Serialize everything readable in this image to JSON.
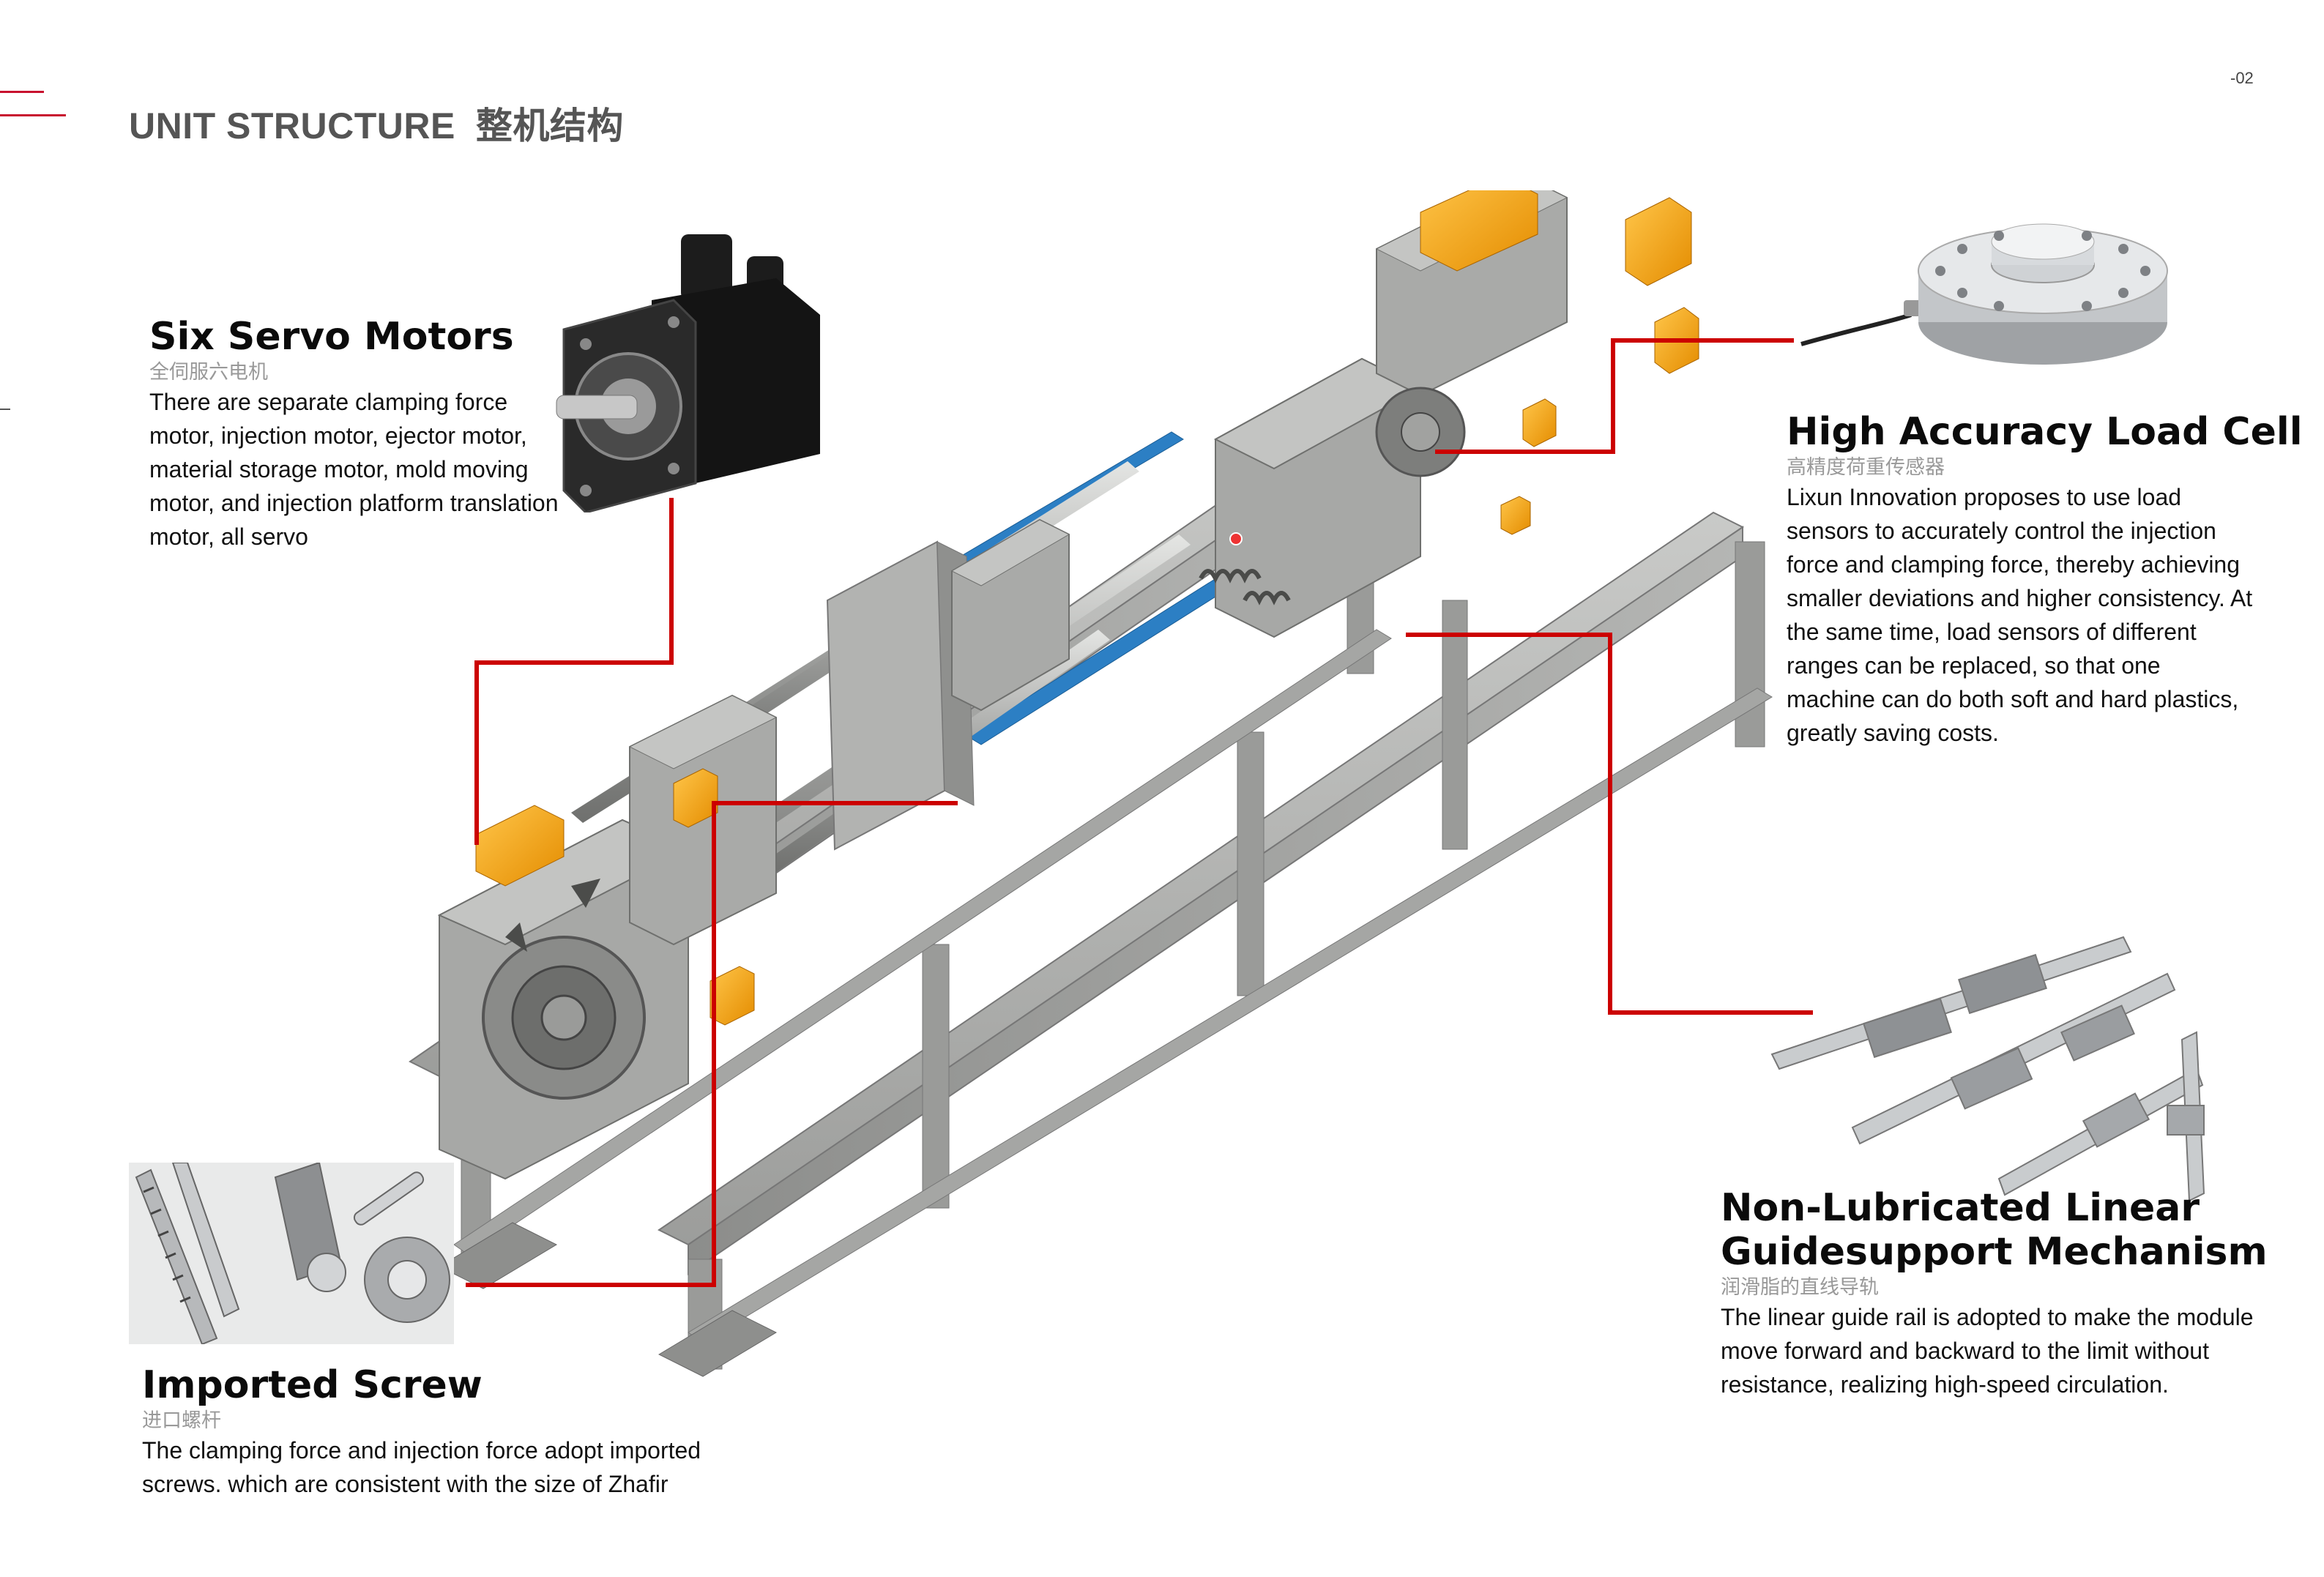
{
  "header": {
    "title": "UNIT STRUCTURE",
    "title_zh": "整机结构",
    "page_number": "-02"
  },
  "features": {
    "servo": {
      "title": "Six Servo Motors",
      "subtitle": "全伺服六电机",
      "description": "There are separate clamping force motor, injection motor, ejector motor, material storage motor, mold moving motor, and injection platform translation motor, all servo"
    },
    "load_cell": {
      "title": "High Accuracy Load Cell",
      "subtitle": "高精度荷重传感器",
      "description": "Lixun Innovation proposes to use load sensors to accurately control the injection force and clamping force, thereby achieving smaller deviations and higher consistency. At the same time, load sensors of different ranges can be replaced, so that one machine can do both soft and hard plastics, greatly saving costs."
    },
    "linear_guide": {
      "title": "Non-Lubricated Linear Guidesupport Mechanism",
      "subtitle": "润滑脂的直线导轨",
      "description": "The linear guide rail is adopted to make the module move forward and backward to the limit without resistance, realizing high-speed circulation."
    },
    "screw": {
      "title": "Imported Screw",
      "subtitle": "进口螺杆",
      "description": "The clamping force and injection force adopt imported screws. which are consistent with the size of Zhafir"
    }
  },
  "colors": {
    "accent": "#c00000",
    "title_gray": "#555555",
    "machine_gray": "#a9aaa8",
    "servo_orange": "#f3a21a",
    "rail_blue": "#2c7fc4"
  }
}
